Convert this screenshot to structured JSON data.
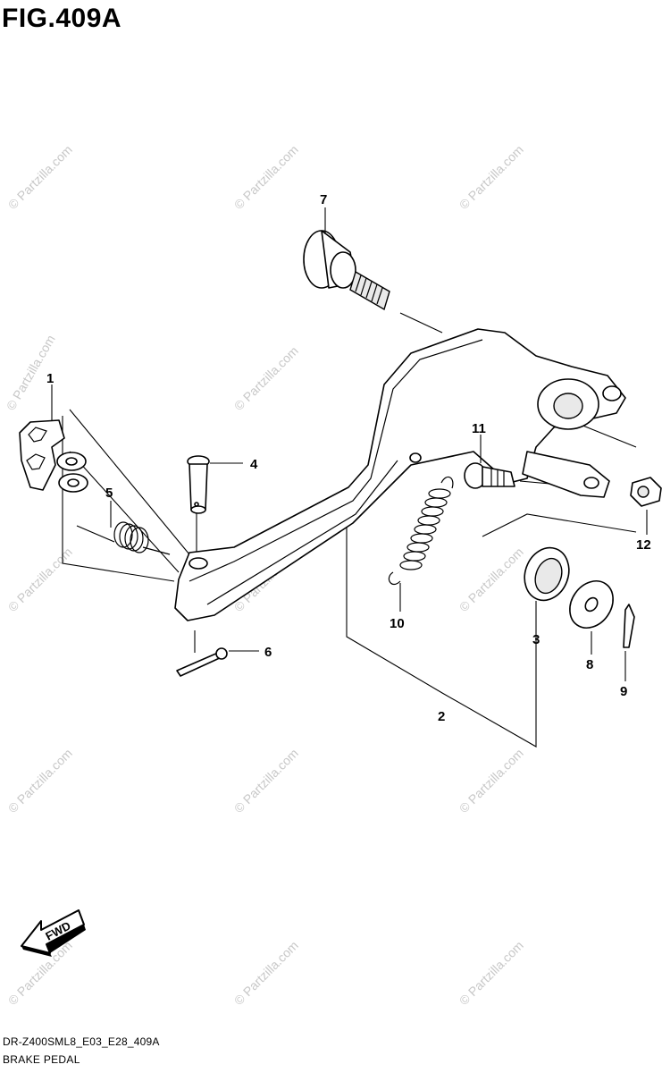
{
  "figure": {
    "title": "FIG.409A",
    "model_code": "DR-Z400SML8_E03_E28_409A",
    "name": "BRAKE PEDAL"
  },
  "callouts": [
    "1",
    "2",
    "3",
    "4",
    "5",
    "6",
    "7",
    "8",
    "9",
    "10",
    "11",
    "12"
  ],
  "watermark": "© Partzilla.com",
  "fwd_label": "FWD",
  "colors": {
    "line": "#000000",
    "shade": "#e9e9e9",
    "watermark": "#c8c8c8",
    "background": "#ffffff"
  }
}
